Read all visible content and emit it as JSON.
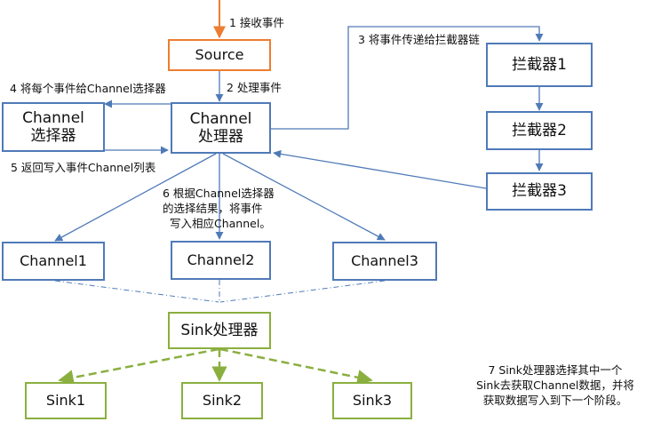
{
  "nodes": {
    "source": "Source",
    "channel_selector": [
      "Channel",
      "选择器"
    ],
    "channel_processor": [
      "Channel",
      "处理器"
    ],
    "interceptor1": "拦截器1",
    "interceptor2": "拦截器2",
    "interceptor3": "拦截器3",
    "channel1": "Channel1",
    "channel2": "Channel2",
    "channel3": "Channel3",
    "sink_processor": "Sink处理器",
    "sink1": "Sink1",
    "sink2": "Sink2",
    "sink3": "Sink3"
  },
  "labels": {
    "step1": "1 接收事件",
    "step2": "2 处理事件",
    "step3": "3 将事件传递给拦截器链",
    "step4": "4 将每个事件给Channel选择器",
    "step5": "5 返回写入事件Channel列表",
    "step6": [
      "6 根据Channel选择器",
      "的选择结果，将事件",
      "写入相应Channel。"
    ],
    "step7": [
      "7 Sink处理器选择其中一个",
      "Sink去获取Channel数据，并将",
      "获取数据写入到下一个阶段。"
    ]
  },
  "colors": {
    "blue": "#4f7ab8",
    "orange": "#ed7d31",
    "green": "#8aaf3f"
  }
}
